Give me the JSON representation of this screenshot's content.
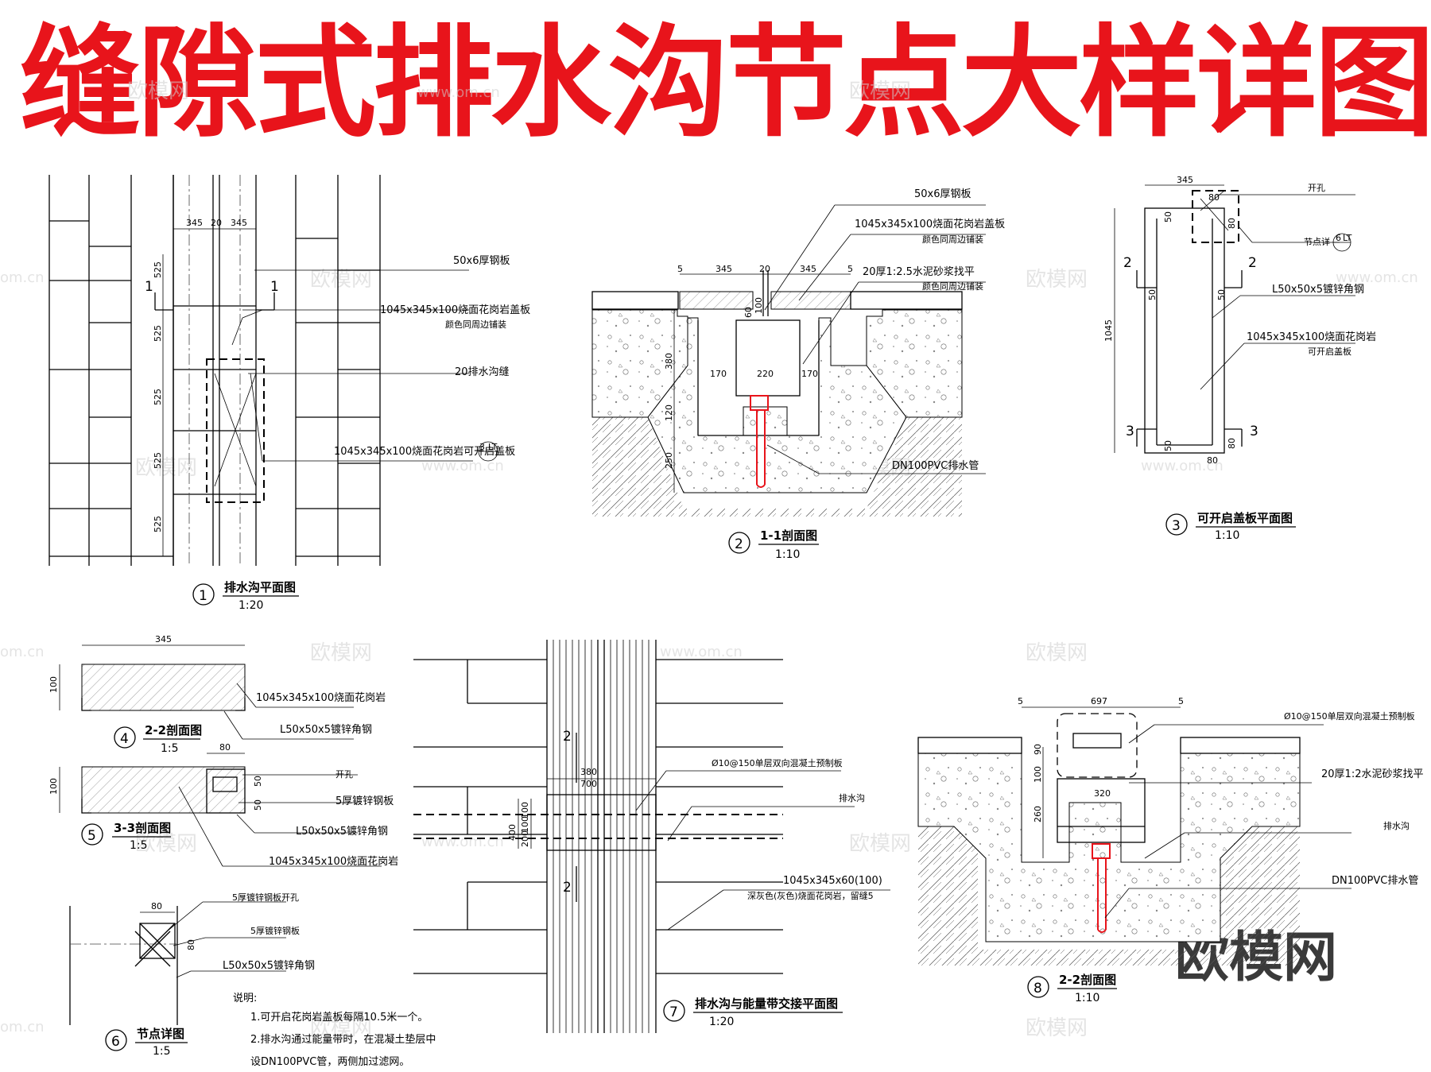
{
  "title": "缝隙式排水沟节点大样详图",
  "watermark": {
    "brand": "欧模网",
    "site": "www.om.cn",
    "site_short": "om.cn"
  },
  "colors": {
    "title": "#e8141b",
    "drain_pipe": "#e8141b",
    "line": "#000000"
  },
  "views": {
    "v1": {
      "number": "1",
      "title": "排水沟平面图",
      "scale": "1:20",
      "dims": {
        "top_a": "345",
        "top_b": "20",
        "top_c": "345",
        "v525": "525"
      },
      "section_mark": "1",
      "labels": {
        "steel_plate": "50x6厚钢板",
        "stone_a": "1045x345x100烧面花岗岩盖板",
        "stone_a2": "颜色同周边铺装",
        "slot": "20排水沟缝",
        "stone_b": "1045x345x100烧面花岗岩可开启盖板",
        "ref_3": "3",
        "ref_lt": "LT"
      }
    },
    "v2": {
      "number": "2",
      "title": "1-1剖面图",
      "scale": "1:10",
      "dims": {
        "d5": "5",
        "d345": "345",
        "d20": "20",
        "d170": "170",
        "d220": "220",
        "d60": "60",
        "d100": "100",
        "d380": "380",
        "d120": "120",
        "d250": "250"
      },
      "labels": {
        "steel_plate": "50x6厚钢板",
        "stone": "1045x345x100烧面花岗岩盖板",
        "stone2": "颜色同周边铺装",
        "mortar": "20厚1:2.5水泥砂浆找平",
        "mortar2": "颜色同周边铺装",
        "pipe": "DN100PVC排水管"
      }
    },
    "v3": {
      "number": "3",
      "title": "可开启盖板平面图",
      "scale": "1:10",
      "dims": {
        "d345": "345",
        "d80": "80",
        "d50": "50",
        "d1045": "1045"
      },
      "section_2": "2",
      "section_3": "3",
      "labels": {
        "hole": "开孔",
        "node": "节点详",
        "ref_6": "6",
        "ref_lt": "LT",
        "angle": "L50x50x5镀锌角钢",
        "stone": "1045x345x100烧面花岗岩",
        "stone2": "可开启盖板"
      }
    },
    "v4": {
      "number": "4",
      "title": "2-2剖面图",
      "scale": "1:5",
      "dims": {
        "d345": "345",
        "d100": "100"
      },
      "labels": {
        "stone": "1045x345x100烧面花岗岩",
        "angle": "L50x50x5镀锌角钢"
      }
    },
    "v5": {
      "number": "5",
      "title": "3-3剖面图",
      "scale": "1:5",
      "dims": {
        "d80": "80",
        "d100": "100",
        "d50": "50"
      },
      "labels": {
        "hole": "开孔",
        "plate": "5厚镀锌钢板",
        "angle": "L50x50x5镀锌角钢",
        "stone": "1045x345x100烧面花岗岩"
      }
    },
    "v6": {
      "number": "6",
      "title": "节点详图",
      "scale": "1:5",
      "dims": {
        "d80": "80"
      },
      "labels": {
        "plate_hole": "5厚镀锌钢板开孔",
        "plate": "5厚镀锌钢板",
        "angle": "L50x50x5镀锌角钢"
      },
      "notes": {
        "head": "说明:",
        "n1": "1.可开启花岗岩盖板每隔10.5米一个。",
        "n2": "2.排水沟通过能量带时，在混凝土垫层中",
        "n3": "设DN100PVC管，两侧加过滤网。"
      }
    },
    "v7": {
      "number": "7",
      "title": "排水沟与能量带交接平面图",
      "scale": "1:20",
      "dims": {
        "d380": "380",
        "d700": "700",
        "d400": "400",
        "d100": "100",
        "d200": "200"
      },
      "section_2": "2",
      "labels": {
        "rebar": "Ø10@150单层双向混凝土预制板",
        "drain": "排水沟",
        "stone": "1045x345x60(100)",
        "stone2": "深灰色(灰色)烧面花岗岩，留缝5"
      }
    },
    "v8": {
      "number": "8",
      "title": "2-2剖面图",
      "scale": "1:10",
      "dims": {
        "d5": "5",
        "d697": "697",
        "d90": "90",
        "d100": "100",
        "d320": "320",
        "d260": "260"
      },
      "labels": {
        "rebar": "Ø10@150单层双向混凝土预制板",
        "mortar": "20厚1:2水泥砂浆找平",
        "drain": "排水沟",
        "pipe": "DN100PVC排水管"
      }
    }
  }
}
